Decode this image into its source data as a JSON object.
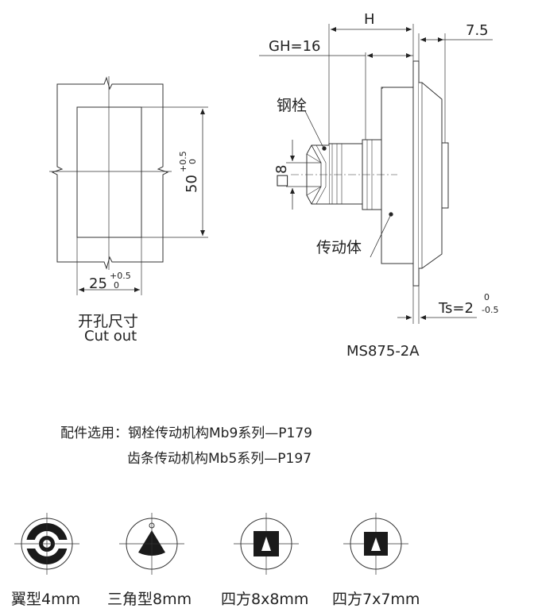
{
  "cutout": {
    "dim_height": "50",
    "dim_height_tol_upper": "+0.5",
    "dim_height_tol_lower": "0",
    "dim_width": "25",
    "dim_width_tol_upper": "+0.5",
    "dim_width_tol_lower": "0",
    "title_cn": "开孔尺寸",
    "title_en": "Cut out"
  },
  "lock": {
    "dim_h": "H",
    "dim_gh": "GH=16",
    "dim_7_5": "7.5",
    "label_bolt": "钢栓",
    "label_drive": "传动体",
    "dim_square": "□8",
    "dim_ts": "Ts=2",
    "dim_ts_tol_upper": "0",
    "dim_ts_tol_lower": "-0.5",
    "model": "MS875-2A"
  },
  "accessories": {
    "line1": "配件选用：钢栓传动机构Mb9系列—P179",
    "line2": "齿条传动机构Mb5系列—P197"
  },
  "keys": [
    {
      "label": "翼型4mm"
    },
    {
      "label": "三角型8mm"
    },
    {
      "label": "四方8x8mm"
    },
    {
      "label": "四方7x7mm"
    }
  ]
}
